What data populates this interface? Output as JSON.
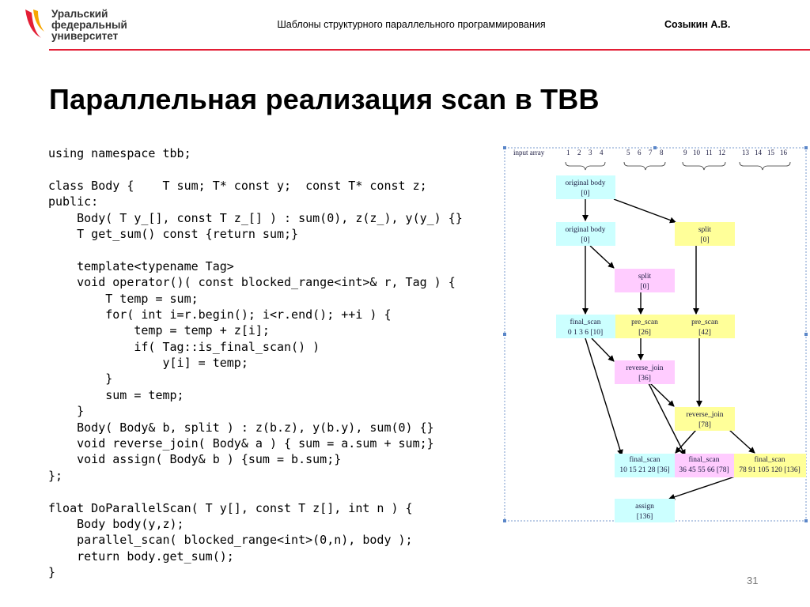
{
  "header": {
    "logo_lines": [
      "Уральский",
      "федеральный",
      "университет"
    ],
    "title": "Шаблоны структурного параллельного программирования",
    "author": "Созыкин А.В."
  },
  "slide": {
    "title": "Параллельная реализация scan в TBB",
    "page_number": "31"
  },
  "code_lines": [
    "using namespace tbb;",
    "",
    "class Body {    T sum; T* const y;  const T* const z;",
    "public:",
    "    Body( T y_[], const T z_[] ) : sum(0), z(z_), y(y_) {}",
    "    T get_sum() const {return sum;}",
    "",
    "    template<typename Tag>",
    "    void operator()( const blocked_range<int>& r, Tag ) {",
    "        T temp = sum;",
    "        for( int i=r.begin(); i<r.end(); ++i ) {",
    "            temp = temp + z[i];",
    "            if( Tag::is_final_scan() )",
    "                y[i] = temp;",
    "        }",
    "        sum = temp;",
    "    }",
    "    Body( Body& b, split ) : z(b.z), y(b.y), sum(0) {}",
    "    void reverse_join( Body& a ) { sum = a.sum + sum;}",
    "    void assign( Body& b ) {sum = b.sum;}",
    "};",
    "",
    "float DoParallelScan( T y[], const T z[], int n ) {",
    "    Body body(y,z);",
    "    parallel_scan( blocked_range<int>(0,n), body );",
    "    return body.get_sum();",
    "}"
  ],
  "diagram": {
    "input_label": "input array",
    "input_groups": [
      [
        "1",
        "2",
        "3",
        "4"
      ],
      [
        "5",
        "6",
        "7",
        "8"
      ],
      [
        "9",
        "10",
        "11",
        "12"
      ],
      [
        "13",
        "14",
        "15",
        "16"
      ]
    ],
    "colors": {
      "body": "#ccffff",
      "split": "#ffff99",
      "pink": "#ffccff",
      "accent": "#e31e35"
    },
    "nodes": {
      "body0": {
        "line1": "original body",
        "line2": "[0]"
      },
      "body1": {
        "line1": "original body",
        "line2": "[0]"
      },
      "split_right": {
        "line1": "split",
        "line2": "[0]"
      },
      "split_mid": {
        "line1": "split",
        "line2": "[0]"
      },
      "final_scan_1": {
        "line1": "final_scan",
        "line2": "0 1 3 6 [10]"
      },
      "pre_scan_mid": {
        "line1": "pre_scan",
        "line2": "[26]"
      },
      "pre_scan_right": {
        "line1": "pre_scan",
        "line2": "[42]"
      },
      "reverse_join_1": {
        "line1": "reverse_join",
        "line2": "[36]"
      },
      "reverse_join_2": {
        "line1": "reverse_join",
        "line2": "[78]"
      },
      "final_scan_2": {
        "line1": "final_scan",
        "line2": "10 15 21 28 [36]"
      },
      "final_scan_3": {
        "line1": "final_scan",
        "line2": "36 45 55 66 [78]"
      },
      "final_scan_4": {
        "line1": "final_scan",
        "line2": "78 91 105 120 [136]"
      },
      "assign": {
        "line1": "assign",
        "line2": "[136]"
      }
    }
  }
}
